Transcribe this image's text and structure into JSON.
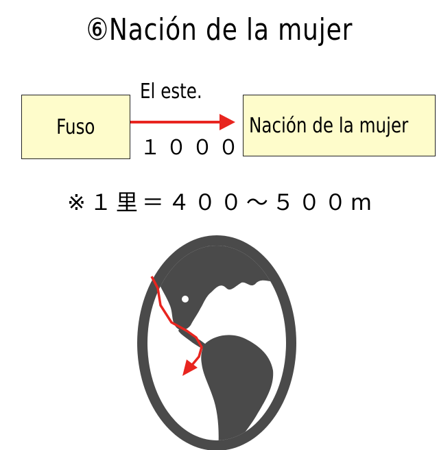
{
  "title": "⑥Nación de la mujer",
  "origin_box": {
    "label": "Fuso"
  },
  "destination_box": {
    "label": "Nación de la mujer"
  },
  "direction_label": "El este.",
  "distance_label": "１０００里",
  "note": "※１里＝４００～５００m",
  "colors": {
    "box_fill": "#fefccb",
    "arrow": "#e8251f",
    "globe": "#4a4a4a",
    "route": "#e8251f"
  },
  "globe": {
    "icon": "globe-americas-icon"
  }
}
